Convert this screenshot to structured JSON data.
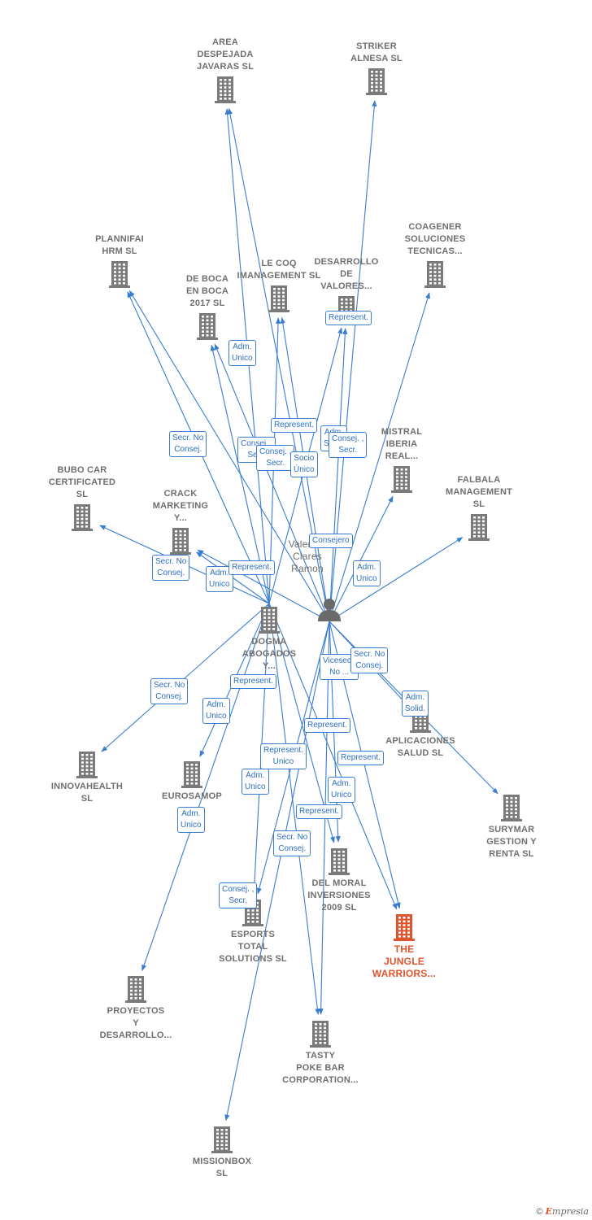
{
  "nodes": [
    {
      "id": "area",
      "label": "AREA\nDESPEJADA\nJAVARAS SL",
      "type": "company"
    },
    {
      "id": "striker",
      "label": "STRIKER\nALNESA SL",
      "type": "company"
    },
    {
      "id": "plannifai",
      "label": "PLANNIFAI\nHRM SL",
      "type": "company"
    },
    {
      "id": "coagener",
      "label": "COAGENER\nSOLUCIONES\nTECNICAS...",
      "type": "company"
    },
    {
      "id": "lecoq",
      "label": "LE COQ\nIMANAGEMENT SL",
      "type": "company"
    },
    {
      "id": "desarrollo",
      "label": "DESARROLLO\nDE\nVALORES...",
      "type": "company"
    },
    {
      "id": "deboca",
      "label": "DE BOCA\nEN BOCA\n2017 SL",
      "type": "company"
    },
    {
      "id": "mistral",
      "label": "MISTRAL\nIBERIA\nREAL...",
      "type": "company"
    },
    {
      "id": "bubo",
      "label": "BUBO CAR\nCERTIFICATED\nSL",
      "type": "company"
    },
    {
      "id": "crack",
      "label": "CRACK\nMARKETING\nY...",
      "type": "company"
    },
    {
      "id": "falbala",
      "label": "FALBALA\nMANAGEMENT\nSL",
      "type": "company"
    },
    {
      "id": "person",
      "label": "Valencia\nClares\nRamon",
      "type": "person"
    },
    {
      "id": "dogma",
      "label": "DOGMA\nABOGADOS\nY...",
      "type": "company"
    },
    {
      "id": "aplicaciones",
      "label": "APLICACIONES\nSALUD SL",
      "type": "company"
    },
    {
      "id": "innovahealth",
      "label": "INNOVAHEALTH\nSL",
      "type": "company"
    },
    {
      "id": "eurosamop",
      "label": "EUROSAMOP",
      "type": "company"
    },
    {
      "id": "surymar",
      "label": "SURYMAR\nGESTION Y\nRENTA SL",
      "type": "company"
    },
    {
      "id": "delmoral",
      "label": "DEL MORAL\nINVERSIONES\n2009 SL",
      "type": "company"
    },
    {
      "id": "jungle",
      "label": "THE\nJUNGLE\nWARRIORS...",
      "type": "target"
    },
    {
      "id": "esports",
      "label": "ESPORTS\nTOTAL\nSOLUTIONS SL",
      "type": "company"
    },
    {
      "id": "proyectos",
      "label": "PROYECTOS\nY\nDESARROLLO...",
      "type": "company"
    },
    {
      "id": "tasty",
      "label": "TASTY\nPOKE BAR\nCORPORATION...",
      "type": "company"
    },
    {
      "id": "missionbox",
      "label": "MISSIONBOX\nSL",
      "type": "company"
    }
  ],
  "edges": [
    {
      "from": "person",
      "to": "area"
    },
    {
      "from": "person",
      "to": "striker"
    },
    {
      "from": "person",
      "to": "plannifai"
    },
    {
      "from": "person",
      "to": "coagener"
    },
    {
      "from": "person",
      "to": "lecoq"
    },
    {
      "from": "person",
      "to": "desarrollo"
    },
    {
      "from": "person",
      "to": "deboca"
    },
    {
      "from": "person",
      "to": "mistral"
    },
    {
      "from": "person",
      "to": "crack"
    },
    {
      "from": "person",
      "to": "falbala"
    },
    {
      "from": "person",
      "to": "aplicaciones"
    },
    {
      "from": "person",
      "to": "surymar"
    },
    {
      "from": "person",
      "to": "delmoral"
    },
    {
      "from": "person",
      "to": "jungle"
    },
    {
      "from": "person",
      "to": "esports"
    },
    {
      "from": "person",
      "to": "tasty"
    },
    {
      "from": "person",
      "to": "missionbox"
    },
    {
      "from": "dogma",
      "to": "area"
    },
    {
      "from": "dogma",
      "to": "plannifai"
    },
    {
      "from": "dogma",
      "to": "lecoq"
    },
    {
      "from": "dogma",
      "to": "desarrollo"
    },
    {
      "from": "dogma",
      "to": "deboca"
    },
    {
      "from": "dogma",
      "to": "bubo"
    },
    {
      "from": "dogma",
      "to": "crack"
    },
    {
      "from": "dogma",
      "to": "innovahealth"
    },
    {
      "from": "dogma",
      "to": "eurosamop"
    },
    {
      "from": "dogma",
      "to": "jungle"
    },
    {
      "from": "dogma",
      "to": "esports"
    },
    {
      "from": "dogma",
      "to": "tasty"
    },
    {
      "from": "dogma",
      "to": "proyectos"
    },
    {
      "from": "dogma",
      "to": "delmoral"
    }
  ],
  "relations": [
    {
      "id": "r1",
      "text": "Adm.\nUnico"
    },
    {
      "id": "r2",
      "text": "Represent."
    },
    {
      "id": "r3",
      "text": "Represent."
    },
    {
      "id": "r4",
      "text": "Secr. No\nConsej."
    },
    {
      "id": "r5",
      "text": "Consej. ,\nSecr."
    },
    {
      "id": "r6",
      "text": "Consej. ,\nSecr."
    },
    {
      "id": "r7",
      "text": "Socio\nÚnico"
    },
    {
      "id": "r8",
      "text": "Adm.\nSolid."
    },
    {
      "id": "r9",
      "text": "Consej. ,\nSecr."
    },
    {
      "id": "r10",
      "text": "Consejero"
    },
    {
      "id": "r11",
      "text": "Secr. No\nConsej."
    },
    {
      "id": "r12",
      "text": "Adm.\nUnico"
    },
    {
      "id": "r13",
      "text": "Represent."
    },
    {
      "id": "r14",
      "text": "Adm.\nUnico"
    },
    {
      "id": "r15",
      "text": "Secr. No\nConsej."
    },
    {
      "id": "r16",
      "text": "Represent."
    },
    {
      "id": "r17",
      "text": "Vicesecr.\nNo ..."
    },
    {
      "id": "r18",
      "text": "Secr. No\nConsej."
    },
    {
      "id": "r19",
      "text": "Adm.\nSolid."
    },
    {
      "id": "r20",
      "text": "Adm.\nUnico"
    },
    {
      "id": "r21",
      "text": "Represent."
    },
    {
      "id": "r22",
      "text": "Represent.\nUnico"
    },
    {
      "id": "r23",
      "text": "Represent."
    },
    {
      "id": "r24",
      "text": "Adm.\nUnico"
    },
    {
      "id": "r25",
      "text": "Adm.\nUnico"
    },
    {
      "id": "r26",
      "text": "Adm.\nUnico"
    },
    {
      "id": "r27",
      "text": "Represent."
    },
    {
      "id": "r28",
      "text": "Secr. No\nConsej."
    },
    {
      "id": "r29",
      "text": "Consej. ,\nSecr."
    }
  ],
  "colors": {
    "company": "#7a7a7a",
    "target": "#e0542d",
    "edge": "#3a7dd0",
    "person": "#6a6a6a"
  },
  "brand": {
    "copyright": "©",
    "e": "E",
    "rest": "mpresia"
  }
}
